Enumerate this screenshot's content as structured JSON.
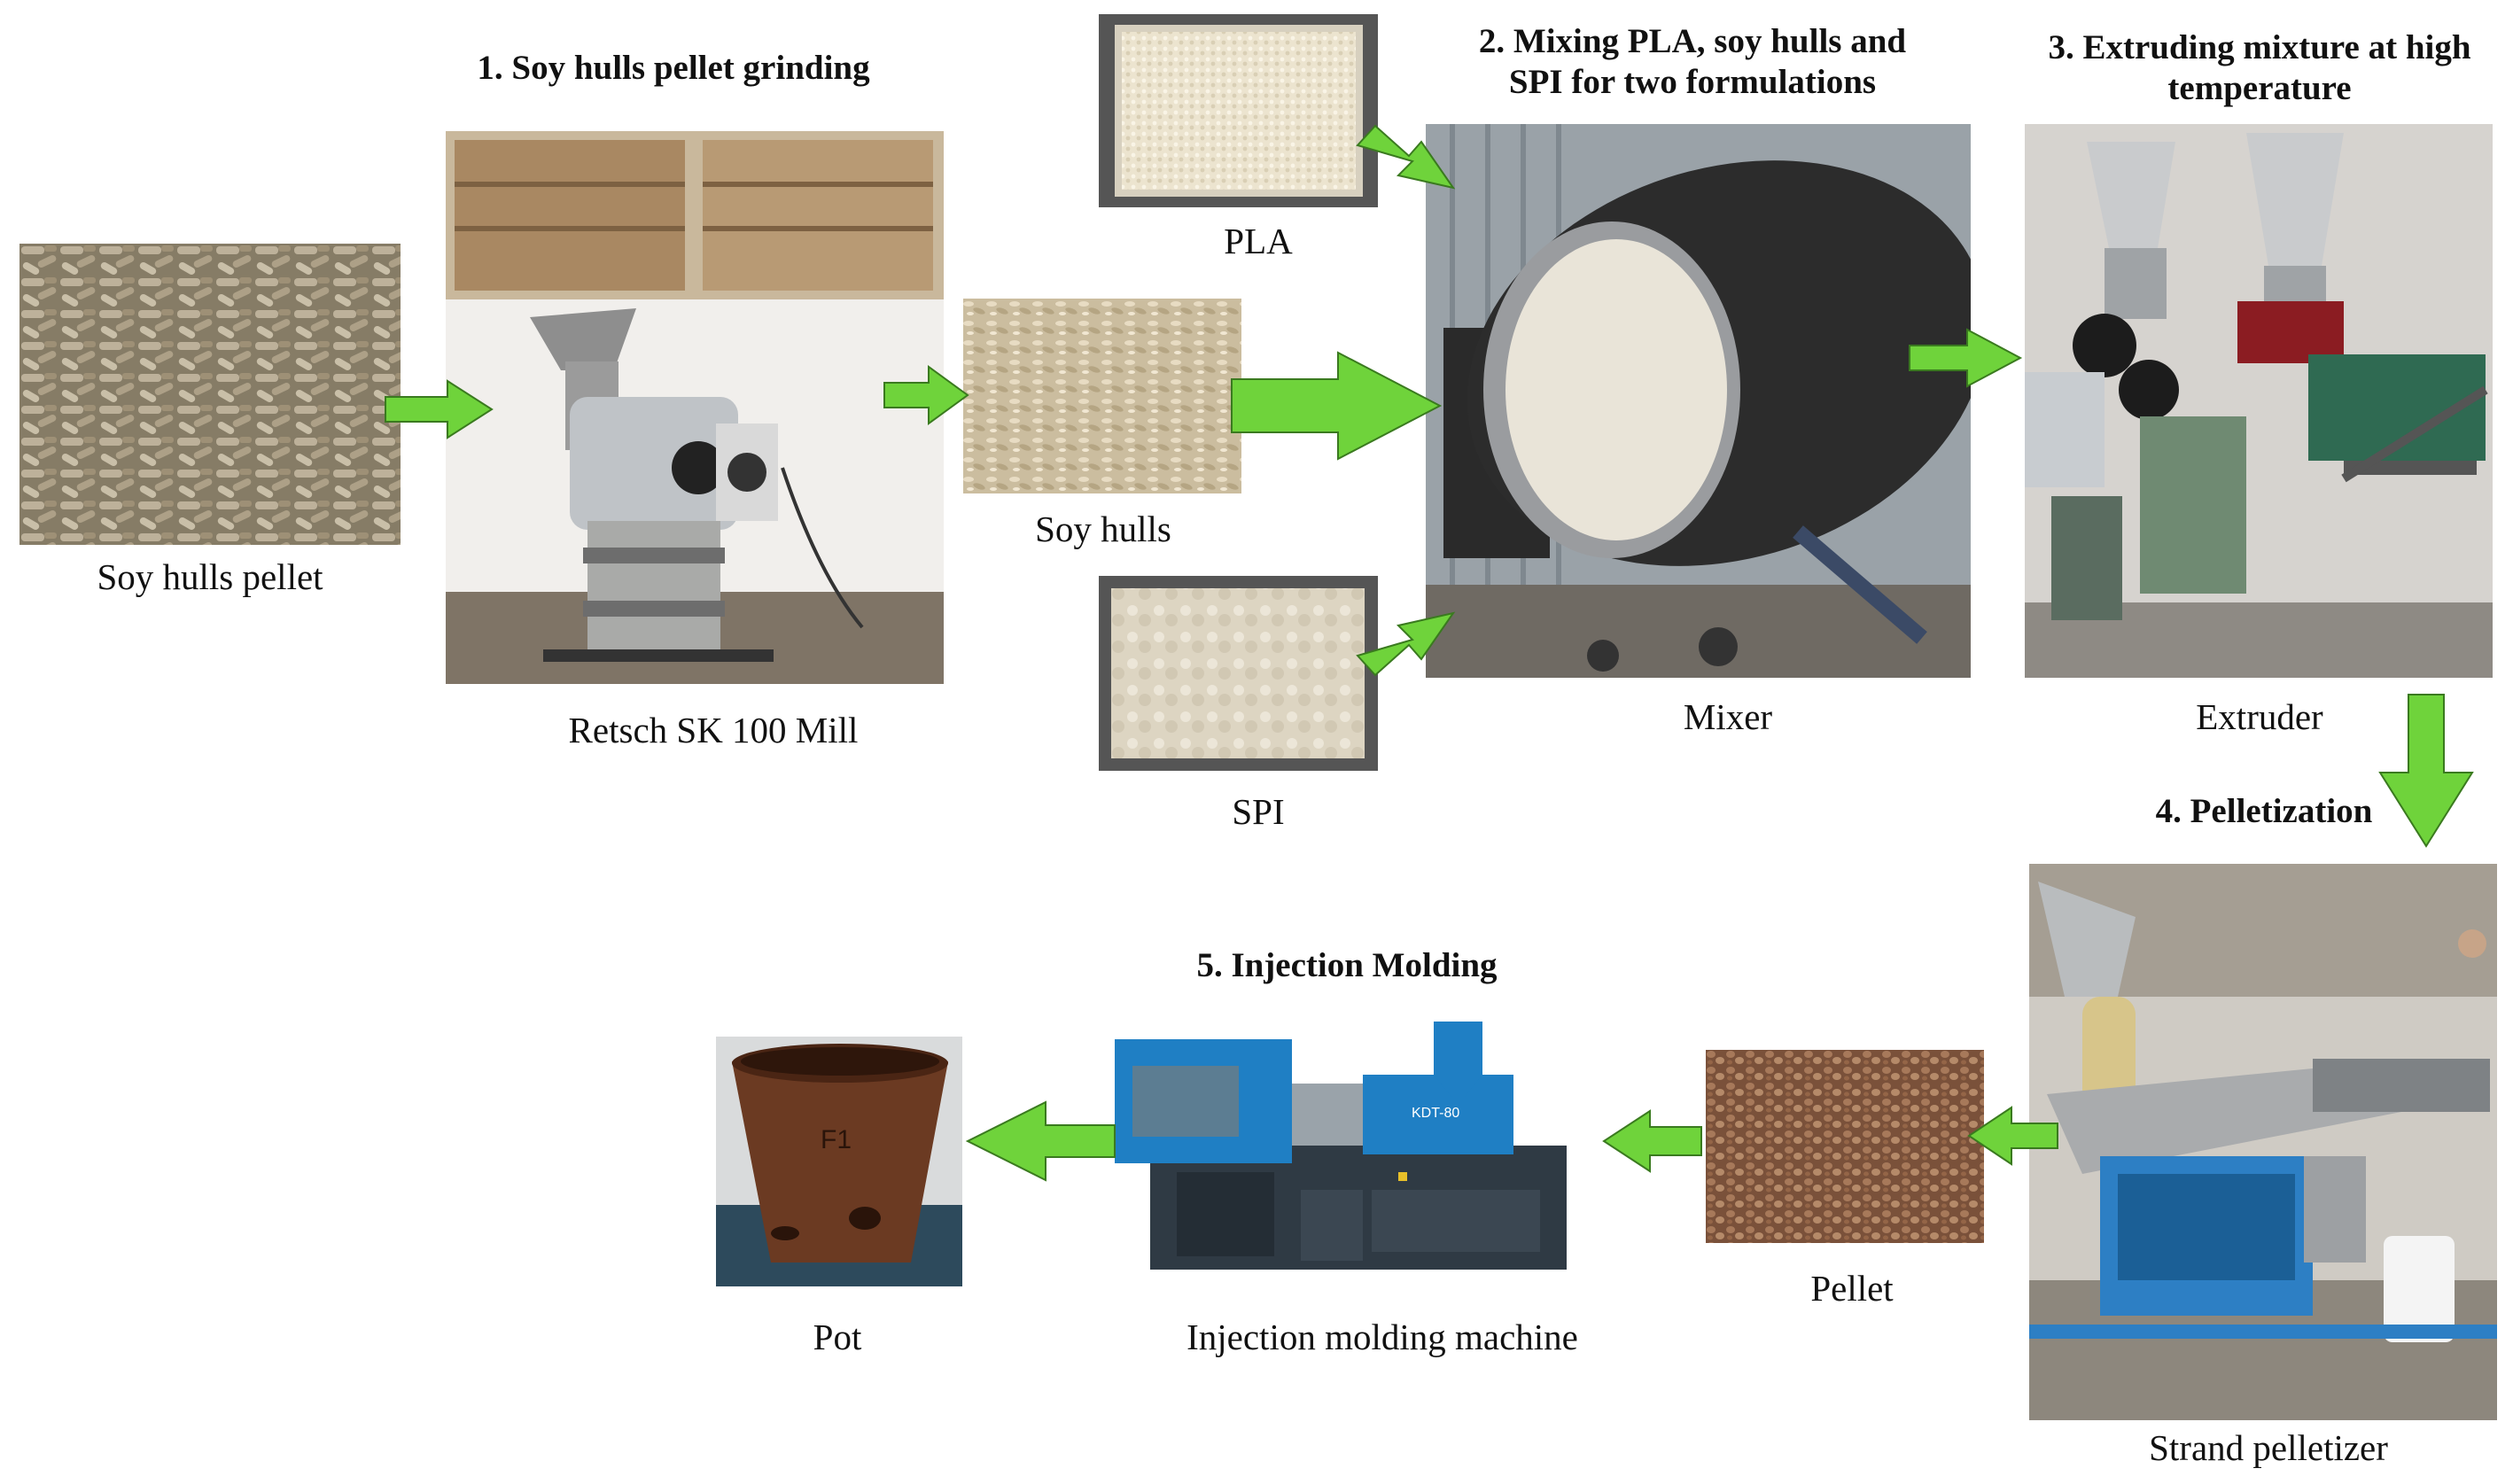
{
  "colors": {
    "arrow_fill": "#6fd33b",
    "arrow_stroke": "#3a7a1f",
    "pellet_tan": "#b3a68c",
    "pellet_brown": "#9c6f52",
    "machine_blue": "#1f7fc4",
    "machine_dark": "#2f3a44",
    "pot_brown": "#6b3a22",
    "powder_white": "#e8e2d2"
  },
  "steps": {
    "s1": "1. Soy hulls pellet grinding",
    "s2_line1": "2. Mixing PLA, soy hulls and",
    "s2_line2": "SPI for two formulations",
    "s3_line1": "3. Extruding mixture at high",
    "s3_line2": "temperature",
    "s4": "4. Pelletization",
    "s5": "5. Injection Molding"
  },
  "captions": {
    "soy_hulls_pellet": "Soy hulls pellet",
    "mill": "Retsch SK 100 Mill",
    "pla": "PLA",
    "soy_hulls": "Soy hulls",
    "spi": "SPI",
    "mixer": "Mixer",
    "extruder": "Extruder",
    "strand_pelletizer": "Strand pelletizer",
    "pellet": "Pellet",
    "injection_machine": "Injection molding machine",
    "pot": "Pot"
  },
  "photo_text": {
    "pot_label": "F1",
    "machine_badge": "KDT-80"
  }
}
